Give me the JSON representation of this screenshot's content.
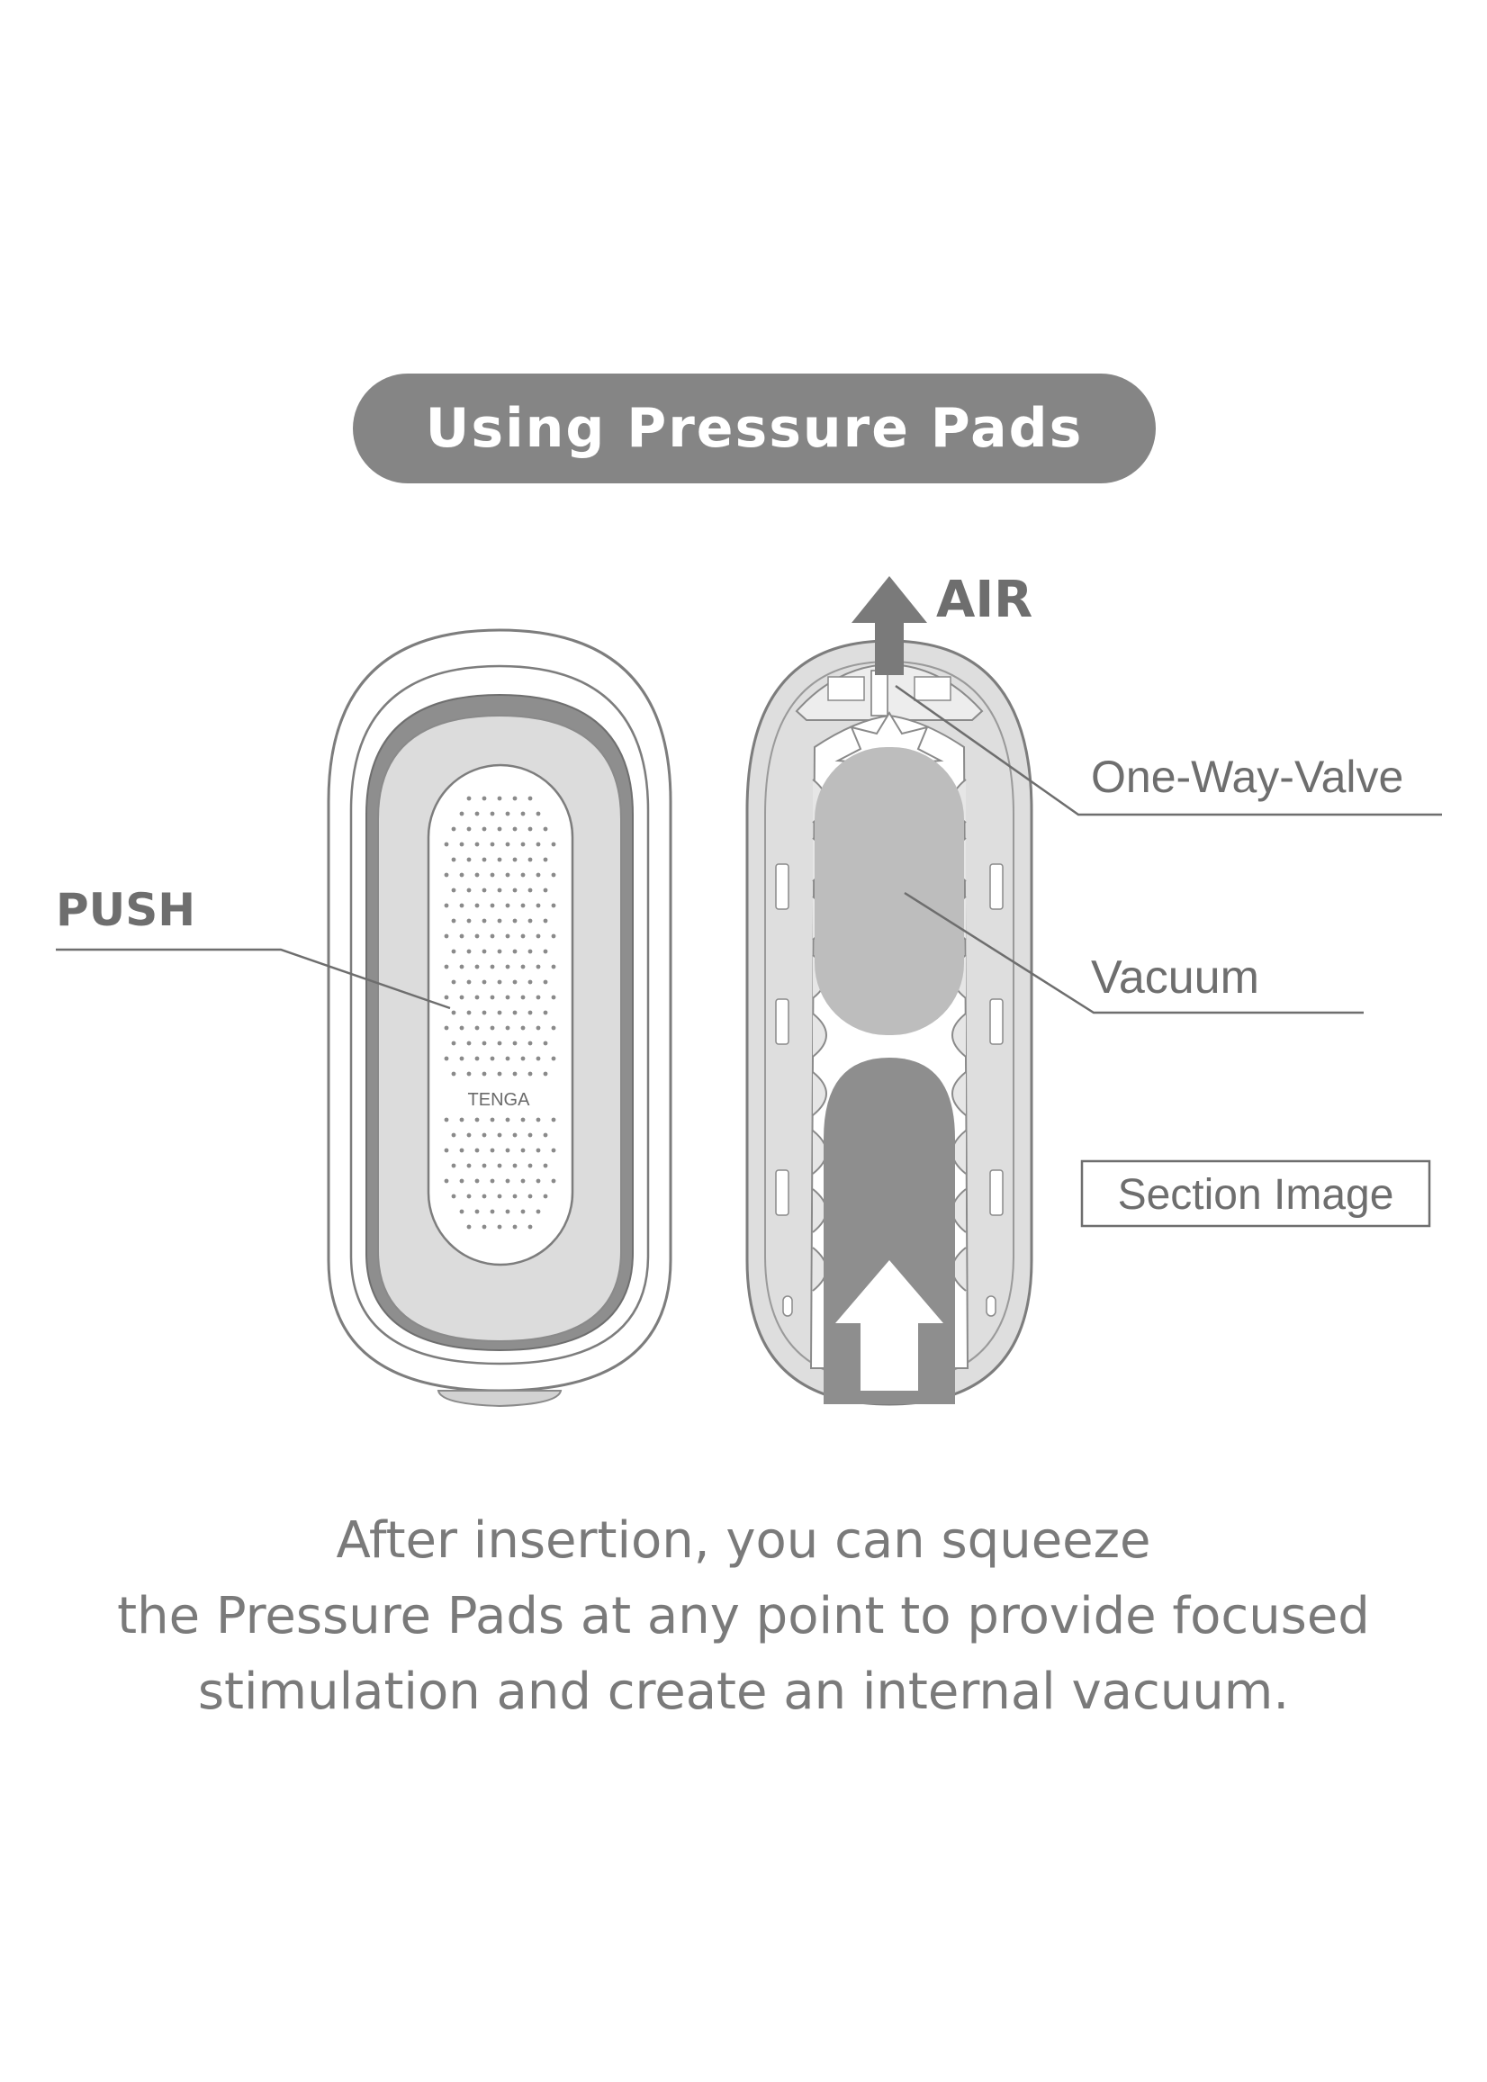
{
  "title": "Using Pressure Pads",
  "labels": {
    "push": "PUSH",
    "air": "AIR",
    "one_way_valve": "One-Way-Valve",
    "vacuum": "Vacuum",
    "section_image": "Section Image",
    "logo": "TENGA"
  },
  "caption": {
    "line1": "After insertion, you can squeeze",
    "line2": "the Pressure Pads at any point to provide focused",
    "line3": "stimulation and create an internal vacuum."
  },
  "colors": {
    "pill": "#858585",
    "line": "#666666",
    "body_fill": "#d9d9d9",
    "dark_gray": "#8c8c8c",
    "text_gray": "#7a7a7a"
  }
}
